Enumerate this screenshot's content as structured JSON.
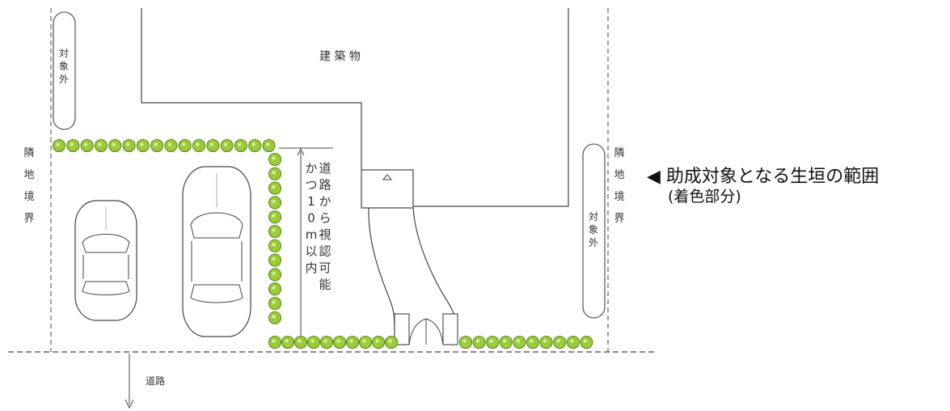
{
  "labels": {
    "building": "建 築 物",
    "excluded_left": "対象外",
    "excluded_right": "対象外",
    "boundary_left": "隣地境界",
    "boundary_right": "隣地境界",
    "visibility_col1": "道路から視認可能",
    "visibility_col2": "かつ10m以内",
    "road": "道路"
  },
  "note": {
    "marker": "◀",
    "main": "助成対象となる生垣の範囲",
    "sub": "(着色部分)"
  },
  "colors": {
    "line": "#444444",
    "hedge_fill": "#9ccc3c",
    "hedge_stroke": "#5e8a1a",
    "text": "#333333"
  }
}
